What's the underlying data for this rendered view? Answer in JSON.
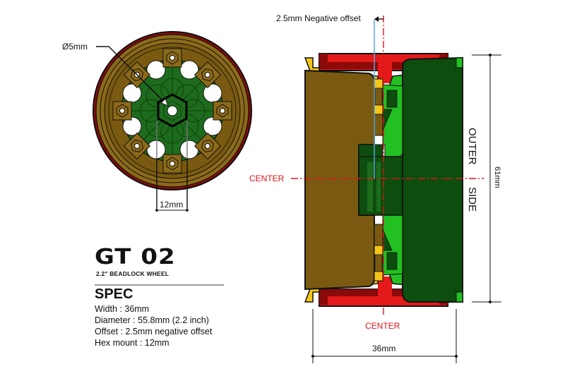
{
  "product": {
    "name": "GT 02",
    "subtitle": "2.2\" BEADLOCK WHEEL"
  },
  "spec": {
    "title": "SPEC",
    "lines": [
      "Width : 36mm",
      "Diameter : 55.8mm (2.2 inch)",
      "Offset : 2.5mm negative offset",
      "Hex mount : 12mm"
    ]
  },
  "front_view": {
    "hole_label": "Ø5mm",
    "hex_label": "12mm"
  },
  "side_view": {
    "offset_label": "2.5mm Negative offset",
    "center_left_label": "CENTER",
    "center_bottom_label": "CENTER",
    "outer_label": "OUTER",
    "side_label": "SIDE",
    "height_label": "61mm",
    "width_label": "36mm"
  },
  "colors": {
    "rim_brown": "#7a5a10",
    "ring_gold": "#9a7520",
    "center_green": "#1d6b1d",
    "bright_green": "#22c022",
    "dark_green": "#0d4d0d",
    "yellow": "#f5c518",
    "tire_red": "#e41a1a",
    "dark_red": "#8b0a0a",
    "center_line": "#e0141b",
    "offset_line": "#5aa9e0"
  }
}
